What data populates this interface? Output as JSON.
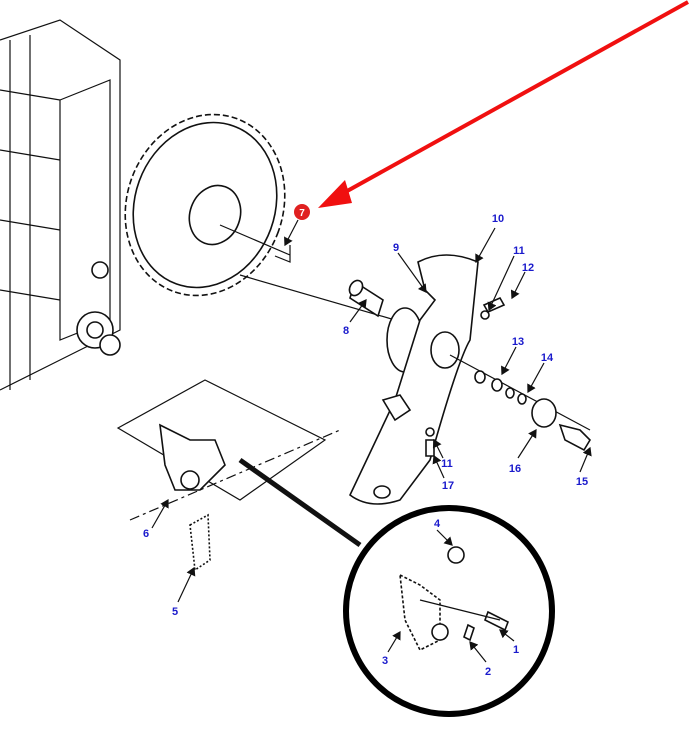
{
  "diagram": {
    "highlight_marker": {
      "label": "7",
      "color": "#e02020"
    },
    "pointer_arrow_color": "#f01010",
    "label_color": "#1a1acc",
    "callouts": [
      {
        "id": "1",
        "label": "1"
      },
      {
        "id": "2",
        "label": "2"
      },
      {
        "id": "3",
        "label": "3"
      },
      {
        "id": "4",
        "label": "4"
      },
      {
        "id": "5",
        "label": "5"
      },
      {
        "id": "6",
        "label": "6"
      },
      {
        "id": "8",
        "label": "8"
      },
      {
        "id": "9",
        "label": "9"
      },
      {
        "id": "10",
        "label": "10"
      },
      {
        "id": "11a",
        "label": "11"
      },
      {
        "id": "12",
        "label": "12"
      },
      {
        "id": "13",
        "label": "13"
      },
      {
        "id": "14",
        "label": "14"
      },
      {
        "id": "15",
        "label": "15"
      },
      {
        "id": "16",
        "label": "16"
      },
      {
        "id": "11b",
        "label": "11"
      },
      {
        "id": "17",
        "label": "17"
      }
    ]
  }
}
